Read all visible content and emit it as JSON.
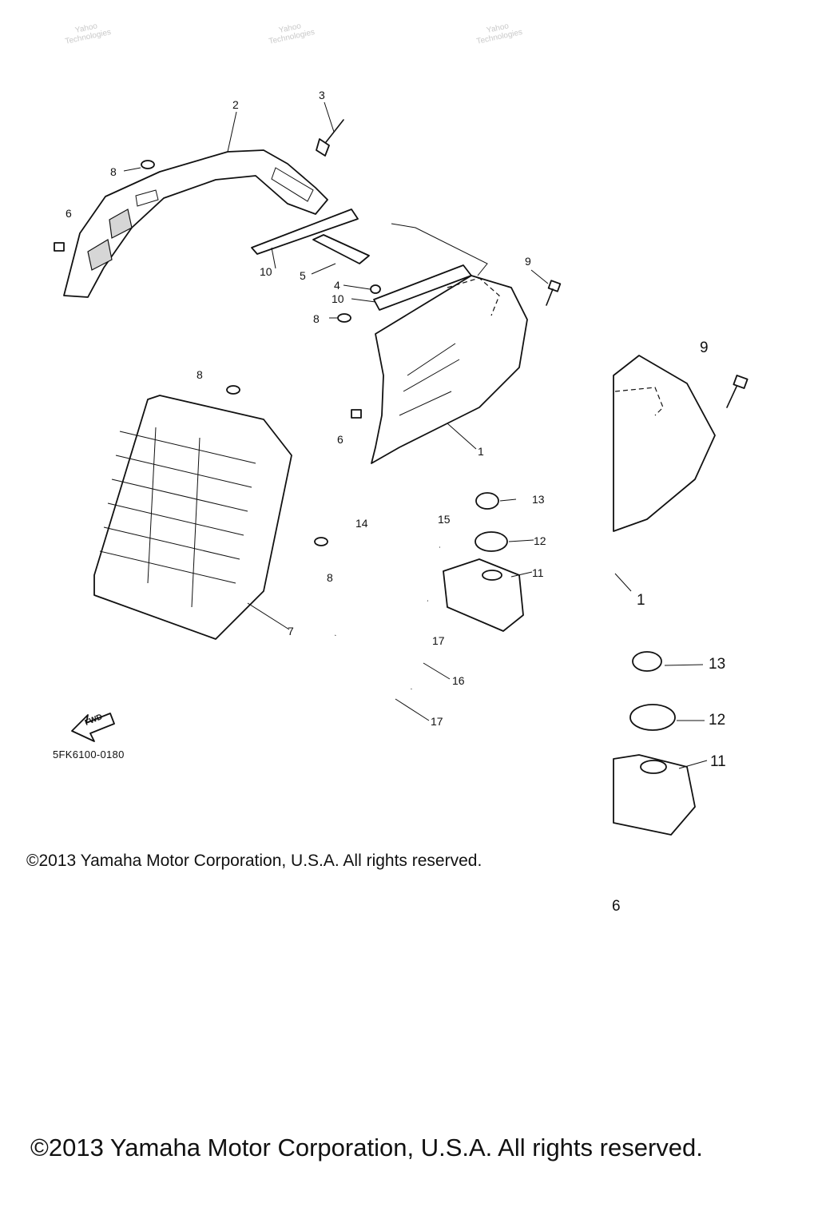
{
  "diagram": {
    "callouts": [
      {
        "id": "c2",
        "text": "2"
      },
      {
        "id": "c3",
        "text": "3"
      },
      {
        "id": "c8a",
        "text": "8"
      },
      {
        "id": "c6a",
        "text": "6"
      },
      {
        "id": "c10a",
        "text": "10"
      },
      {
        "id": "c5",
        "text": "5"
      },
      {
        "id": "c4",
        "text": "4"
      },
      {
        "id": "c10b",
        "text": "10"
      },
      {
        "id": "c8b",
        "text": "8"
      },
      {
        "id": "c9",
        "text": "9"
      },
      {
        "id": "c8c",
        "text": "8"
      },
      {
        "id": "c6b",
        "text": "6"
      },
      {
        "id": "c1",
        "text": "1"
      },
      {
        "id": "c13",
        "text": "13"
      },
      {
        "id": "c14",
        "text": "14"
      },
      {
        "id": "c15",
        "text": "15"
      },
      {
        "id": "c12",
        "text": "12"
      },
      {
        "id": "c11",
        "text": "11"
      },
      {
        "id": "c8d",
        "text": "8"
      },
      {
        "id": "c7",
        "text": "7"
      },
      {
        "id": "c17a",
        "text": "17"
      },
      {
        "id": "c16",
        "text": "16"
      },
      {
        "id": "c17b",
        "text": "17"
      }
    ],
    "zoom_callouts": [
      {
        "id": "z9",
        "text": "9"
      },
      {
        "id": "z1",
        "text": "1"
      },
      {
        "id": "z13",
        "text": "13"
      },
      {
        "id": "z12",
        "text": "12"
      },
      {
        "id": "z11",
        "text": "11"
      },
      {
        "id": "z6",
        "text": "6"
      }
    ],
    "fwd_label": "FWD",
    "part_code": "5FK6100-0180"
  },
  "copyright_small": "©2013 Yamaha Motor Corporation, U.S.A. All rights reserved.",
  "copyright_large": "©2013 Yamaha Motor Corporation, U.S.A. All rights reserved."
}
